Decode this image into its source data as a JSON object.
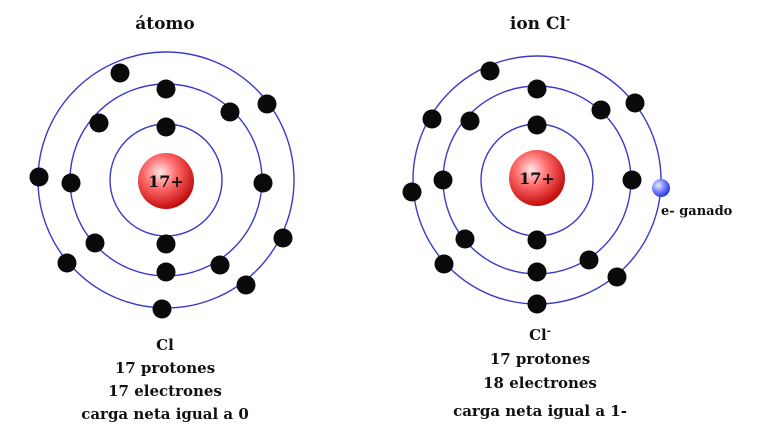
{
  "atom": {
    "title": "átomo",
    "nucleus_label": "17+",
    "symbol": "Cl",
    "protons_text": "17 protones",
    "electrons_text": "17 electrones",
    "charge_text": "carga neta igual a 0",
    "shell_electrons": [
      2,
      8,
      7
    ]
  },
  "ion": {
    "title_prefix": "ion Cl",
    "title_sup": "-",
    "nucleus_label": "17+",
    "symbol": "Cl",
    "symbol_sup": "-",
    "protons_text": "17 protones",
    "electrons_text": "18 electrones",
    "charge_text": "carga neta igual a 1-",
    "shell_electrons": [
      2,
      8,
      8
    ],
    "gained_label": "e- ganado"
  },
  "colors": {
    "orbit": "#3a3ac8",
    "electron": "#0a0a0a",
    "nucleus_center": "#ffd0d0",
    "nucleus_edge": "#cc1111",
    "gained_electron": "#4a5bff"
  }
}
